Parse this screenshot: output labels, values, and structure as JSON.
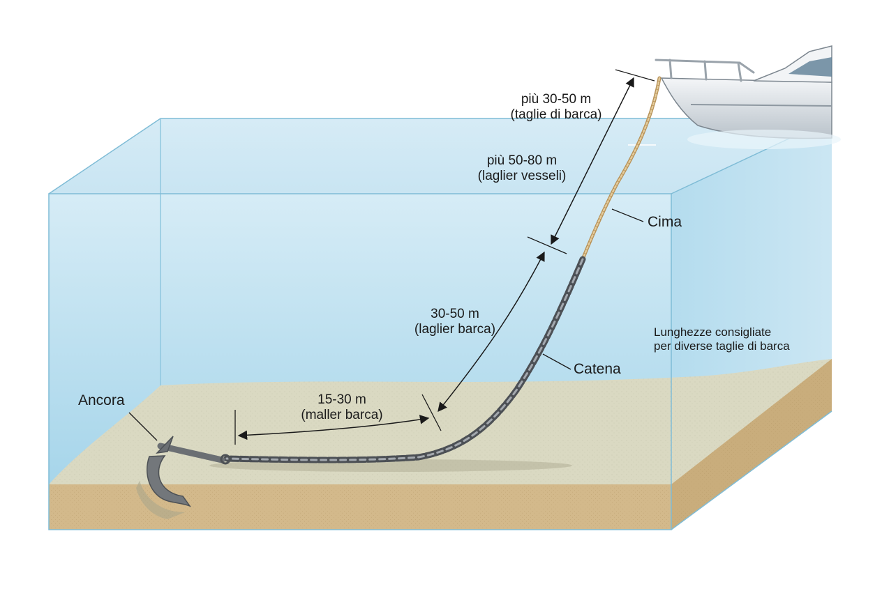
{
  "labels": {
    "cima": "Cima",
    "catena": "Catena",
    "ancora": "Ancora",
    "info_line1": "Lunghezze consigliate",
    "info_line2": "per diverse taglie di barca"
  },
  "measurements": [
    {
      "length": "più 30-50 m",
      "note": "(taglie di barca)"
    },
    {
      "length": "più 50-80 m",
      "note": "(laglier vesseli)"
    },
    {
      "length": "30-50 m",
      "note": "(laglier barca)"
    },
    {
      "length": "15-30 m",
      "note": "(maller barca)"
    }
  ],
  "colors": {
    "water_top": "#cfe7f3",
    "water_deep": "#a9d6ea",
    "water_edge": "#7fc0dc",
    "seabed_surface": "#d9d8c0",
    "seabed_side": "#d2b789",
    "rope": "#c9a56a",
    "chain": "#5d6166",
    "anchor": "#6e7276",
    "hull": "#e8ecef"
  }
}
